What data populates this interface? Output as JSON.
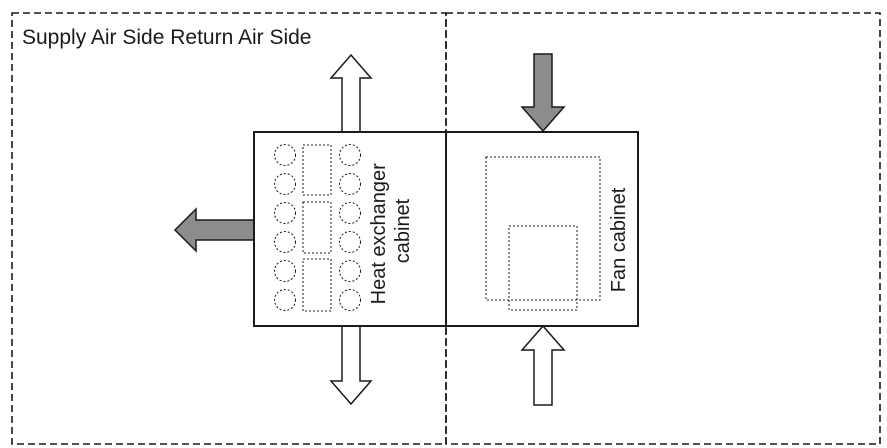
{
  "title": "Supply Air Side Return Air Side",
  "labels": {
    "heat_exchanger_line1": "Heat exchanger",
    "heat_exchanger_line2": "cabinet",
    "fan_cabinet": "Fan cabinet"
  },
  "colors": {
    "line": "#1a1a1a",
    "gray_arrow": "#8c8c8c",
    "white_arrow": "#ffffff",
    "background": "#ffffff"
  },
  "arrows": [
    {
      "name": "supply-up",
      "direction": "up",
      "fill": "white"
    },
    {
      "name": "supply-left",
      "direction": "left",
      "fill": "gray"
    },
    {
      "name": "supply-down",
      "direction": "down",
      "fill": "white"
    },
    {
      "name": "return-down",
      "direction": "down",
      "fill": "gray"
    },
    {
      "name": "return-up",
      "direction": "up",
      "fill": "white"
    }
  ]
}
